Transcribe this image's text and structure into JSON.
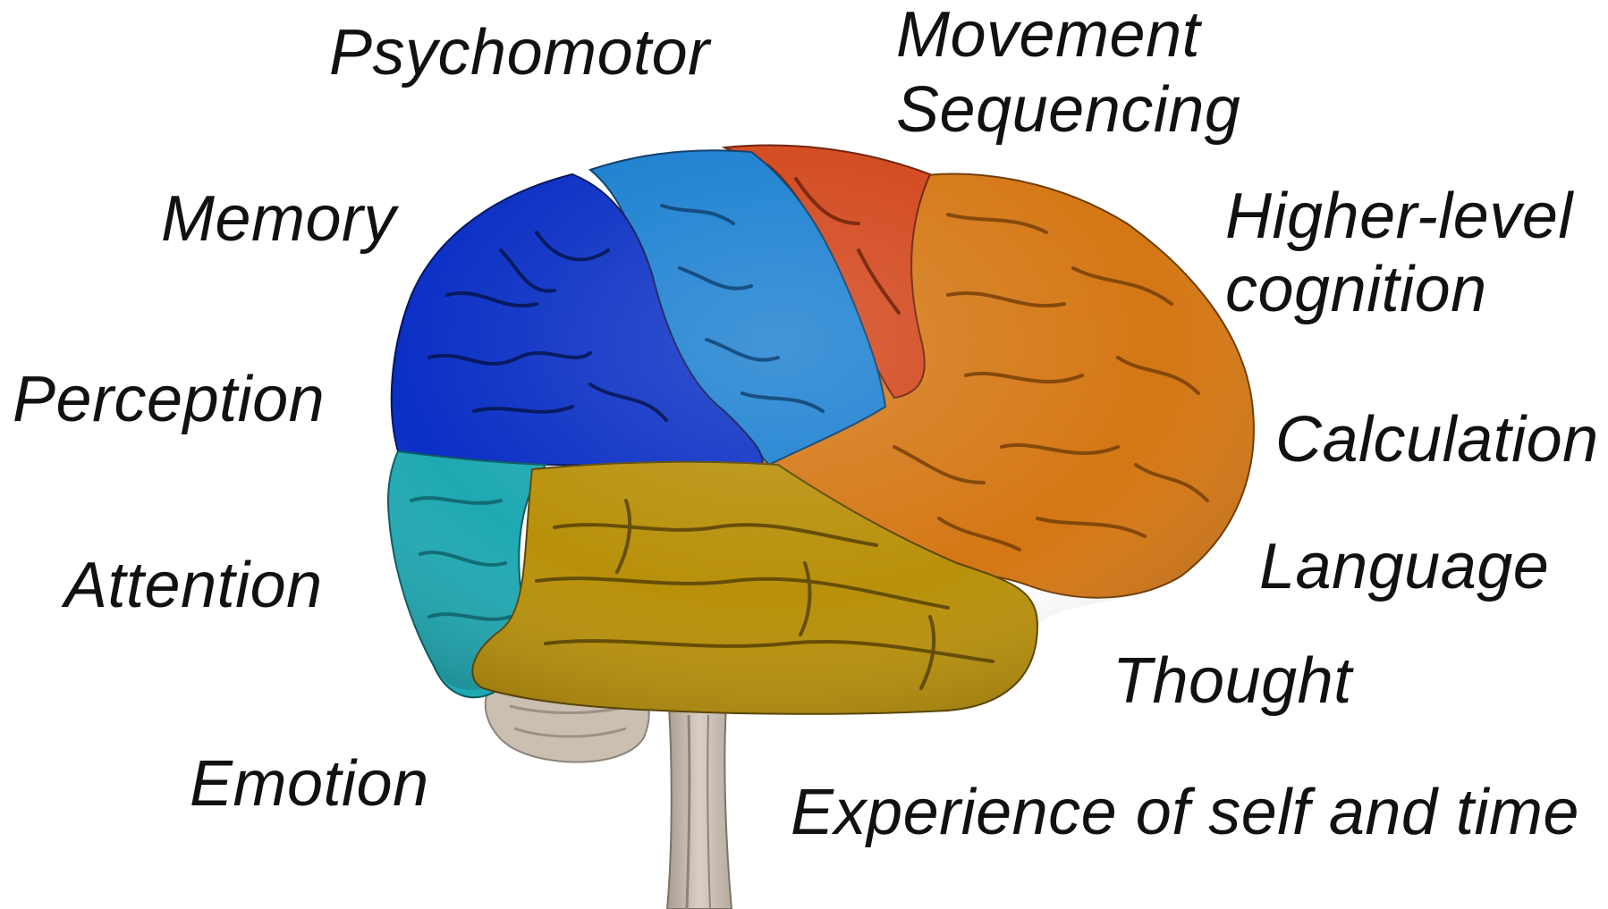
{
  "labels": {
    "psychomotor": "Psychomotor",
    "movement_line1": "Movement",
    "movement_line2": "Sequencing",
    "memory": "Memory",
    "higher_line1": "Higher-level",
    "higher_line2": "cognition",
    "perception": "Perception",
    "calculation": "Calculation",
    "attention": "Attention",
    "language": "Language",
    "thought": "Thought",
    "emotion": "Emotion",
    "experience": "Experience of self and time"
  },
  "colors": {
    "occipital_blue": "#0a2fc4",
    "parietal_lightblue": "#1a7fd0",
    "motor_red": "#d2451a",
    "frontal_orange": "#d47714",
    "temporal_olive": "#b8900a",
    "occipital_teal": "#1fa9b3",
    "cerebellum_stem": "#cbbfb2",
    "text": "#111111"
  }
}
